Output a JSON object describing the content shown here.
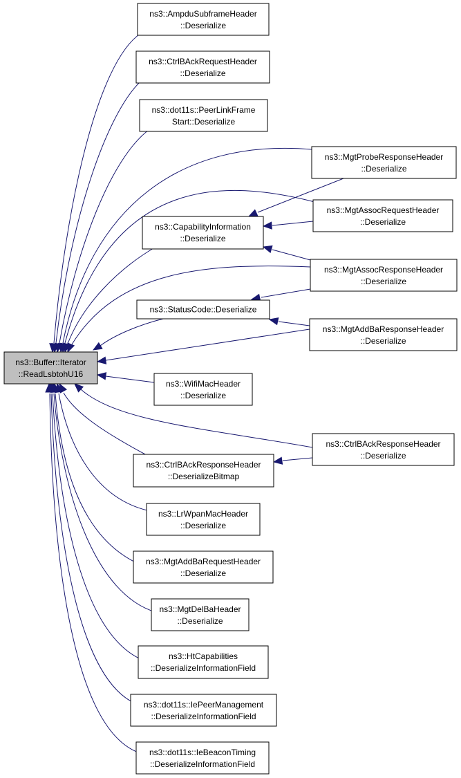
{
  "colors": {
    "edge": "#191970",
    "root_fill": "#bfbfbf",
    "node_fill": "#ffffff",
    "border": "#000000"
  },
  "root": {
    "line1": "ns3::Buffer::Iterator",
    "line2": "::ReadLsbtohU16"
  },
  "nodes": [
    {
      "id": "ampdu",
      "line1": "ns3::AmpduSubframeHeader",
      "line2": "::Deserialize"
    },
    {
      "id": "ctrlbackreq",
      "line1": "ns3::CtrlBAckRequestHeader",
      "line2": "::Deserialize"
    },
    {
      "id": "peerlink",
      "line1": "ns3::dot11s::PeerLinkFrame",
      "line2": "Start::Deserialize"
    },
    {
      "id": "probe",
      "line1": "ns3::MgtProbeResponseHeader",
      "line2": "::Deserialize"
    },
    {
      "id": "assocreq",
      "line1": "ns3::MgtAssocRequestHeader",
      "line2": "::Deserialize"
    },
    {
      "id": "capability",
      "line1": "ns3::CapabilityInformation",
      "line2": "::Deserialize"
    },
    {
      "id": "assocresp",
      "line1": "ns3::MgtAssocResponseHeader",
      "line2": "::Deserialize"
    },
    {
      "id": "statuscode",
      "line1": "ns3::StatusCode::Deserialize",
      "line2": ""
    },
    {
      "id": "addbaresp",
      "line1": "ns3::MgtAddBaResponseHeader",
      "line2": "::Deserialize"
    },
    {
      "id": "wifimac",
      "line1": "ns3::WifiMacHeader",
      "line2": "::Deserialize"
    },
    {
      "id": "ctrlbackresp",
      "line1": "ns3::CtrlBAckResponseHeader",
      "line2": "::Deserialize"
    },
    {
      "id": "bitmap",
      "line1": "ns3::CtrlBAckResponseHeader",
      "line2": "::DeserializeBitmap"
    },
    {
      "id": "lrwpan",
      "line1": "ns3::LrWpanMacHeader",
      "line2": "::Deserialize"
    },
    {
      "id": "addbareq",
      "line1": "ns3::MgtAddBaRequestHeader",
      "line2": "::Deserialize"
    },
    {
      "id": "delba",
      "line1": "ns3::MgtDelBaHeader",
      "line2": "::Deserialize"
    },
    {
      "id": "htcap",
      "line1": "ns3::HtCapabilities",
      "line2": "::DeserializeInformationField"
    },
    {
      "id": "iepeer",
      "line1": "ns3::dot11s::IePeerManagement",
      "line2": "::DeserializeInformationField"
    },
    {
      "id": "iebeacon",
      "line1": "ns3::dot11s::IeBeaconTiming",
      "line2": "::DeserializeInformationField"
    }
  ]
}
